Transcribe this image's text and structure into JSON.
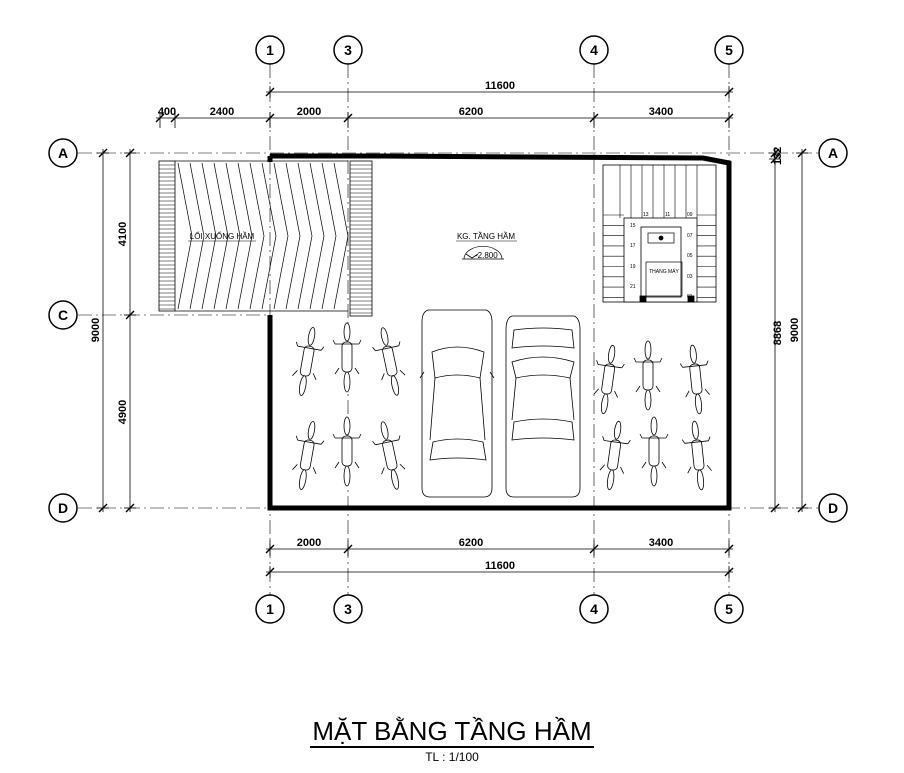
{
  "grid": {
    "top_axes": [
      "1",
      "3",
      "4",
      "5"
    ],
    "bottom_axes": [
      "1",
      "3",
      "4",
      "5"
    ],
    "left_axes": [
      "A",
      "C",
      "D"
    ],
    "right_axes": [
      "A",
      "D"
    ]
  },
  "dimensions": {
    "top_total": "11600",
    "top_seg_1": "400",
    "top_seg_2": "2400",
    "top_seg_3": "2000",
    "top_seg_4": "6200",
    "top_seg_5": "3400",
    "bottom_seg_1": "2000",
    "bottom_seg_2": "6200",
    "bottom_seg_3": "3400",
    "bottom_total": "11600",
    "left_seg_1": "4100",
    "left_seg_2": "4900",
    "left_total": "9000",
    "right_seg_1": "132",
    "right_mid": "8868",
    "right_total": "9000"
  },
  "labels": {
    "ramp": "LỐI XUỐNG HẦM",
    "room": "KG. TẦNG HẦM",
    "level": "-2.800",
    "elevator": "THANG MÁY",
    "stair_numbers": [
      "13",
      "11",
      "09",
      "15",
      "07",
      "17",
      "05",
      "19",
      "03",
      "21",
      "01"
    ]
  },
  "title": "MẶT BẰNG TẦNG HẦM",
  "scale": "TL : 1/100"
}
